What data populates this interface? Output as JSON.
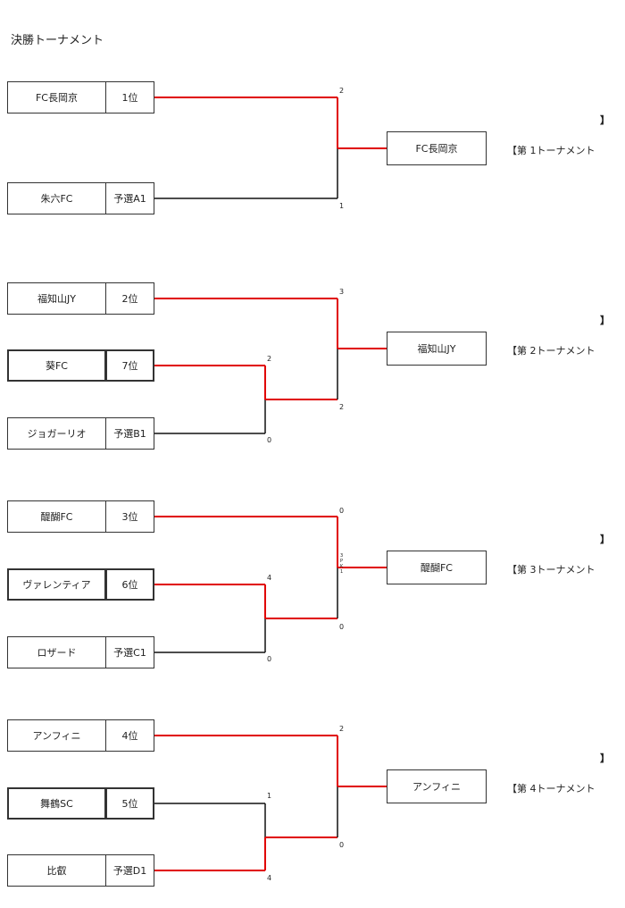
{
  "title": "決勝トーナメント",
  "colors": {
    "win": "#e00000",
    "lose": "#111111"
  },
  "groups": [
    {
      "label": "【第 1トーナメント",
      "bracket_mark": "】",
      "winner": "FC長岡京",
      "teams": [
        {
          "name": "FC長岡京",
          "seed": "1位"
        },
        {
          "name": "朱六FC",
          "seed": "予選A1"
        }
      ],
      "scores": {
        "top": "2",
        "bottom": "1"
      }
    },
    {
      "label": "【第 2トーナメント",
      "bracket_mark": "】",
      "winner": "福知山JY",
      "teams": [
        {
          "name": "福知山JY",
          "seed": "2位"
        },
        {
          "name": "葵FC",
          "seed": "7位"
        },
        {
          "name": "ジョガーリオ",
          "seed": "予選B1"
        }
      ],
      "scores": {
        "semi_top": "2",
        "semi_bottom": "0",
        "final_top": "3",
        "final_bottom": "2"
      }
    },
    {
      "label": "【第 3トーナメント",
      "bracket_mark": "】",
      "winner": "醍醐FC",
      "teams": [
        {
          "name": "醍醐FC",
          "seed": "3位"
        },
        {
          "name": "ヴァレンティア",
          "seed": "6位"
        },
        {
          "name": "ロザード",
          "seed": "予選C1"
        }
      ],
      "scores": {
        "semi_top": "4",
        "semi_bottom": "0",
        "final_top": "0",
        "final_bottom": "0"
      },
      "pk_note": [
        "3",
        "P",
        "K",
        "1"
      ]
    },
    {
      "label": "【第 4トーナメント",
      "bracket_mark": "】",
      "winner": "アンフィニ",
      "teams": [
        {
          "name": "アンフィニ",
          "seed": "4位"
        },
        {
          "name": "舞鶴SC",
          "seed": "5位"
        },
        {
          "name": "比叡",
          "seed": "予選D1"
        }
      ],
      "scores": {
        "semi_top": "1",
        "semi_bottom": "4",
        "final_top": "2",
        "final_bottom": "0"
      }
    }
  ]
}
